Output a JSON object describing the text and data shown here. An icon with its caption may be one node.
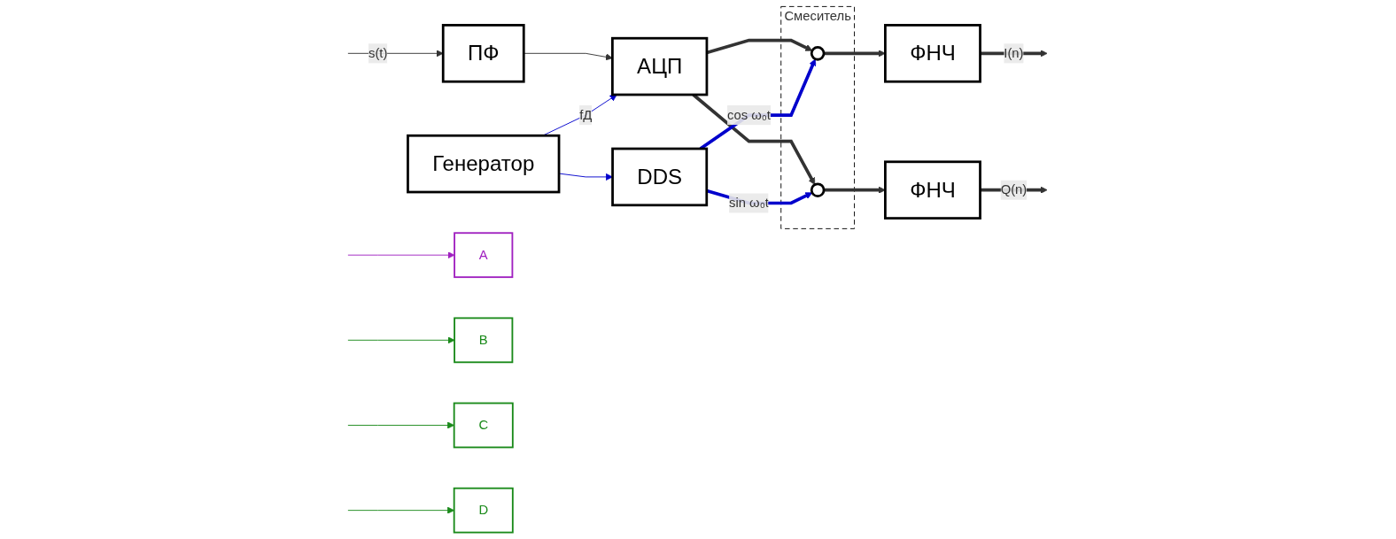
{
  "diagram": {
    "nodes": [
      {
        "text": [
          "Смеситель"
        ]
      },
      {
        "text": [
          "ПФ"
        ]
      },
      {
        "text": [
          "АЦП"
        ]
      },
      {
        "text": [],
        "shape": "circle",
        "in": 0
      },
      {
        "text": [],
        "shape": "circle",
        "in": 0
      },
      {
        "text": [
          "ФНЧ"
        ]
      },
      {
        "text": [
          "ФНЧ"
        ]
      },
      {
        "text": [
          "Генератор"
        ]
      },
      {
        "text": [
          "DDS"
        ]
      },
      {
        "text": [
          "A"
        ]
      },
      {
        "text": [
          "B"
        ]
      },
      {
        "text": [
          "C"
        ]
      },
      {
        "text": [
          "D"
        ]
      }
    ],
    "edges": [
      {
        "from": null,
        "to": 1,
        "arrow": "to",
        "label": "s(t)"
      },
      {
        "from": 1,
        "to": 2,
        "arrow": "to"
      },
      {
        "from": 2,
        "to": 3,
        "arrow": "to",
        "style": "thick"
      },
      {
        "from": 2,
        "to": 4,
        "arrow": "to",
        "style": "thick"
      },
      {
        "from": 3,
        "to": 5,
        "arrow": "to",
        "style": "thick"
      },
      {
        "from": 4,
        "to": 6,
        "arrow": "to",
        "style": "thick"
      },
      {
        "from": 5,
        "to": null,
        "arrow": "to",
        "style": "thick",
        "label": "I(n)"
      },
      {
        "from": 6,
        "to": null,
        "arrow": "to",
        "style": "thick",
        "label": "Q(n)"
      },
      {
        "from": 7,
        "to": 2,
        "arrow": "to",
        "color": "#0000cc",
        "label": "fД"
      },
      {
        "from": 7,
        "to": 8,
        "arrow": "to",
        "color": "#0000cc"
      },
      {
        "from": 8,
        "to": 3,
        "arrow": "to",
        "style": "thick",
        "color": "#0000cc",
        "label": "cos ω₀t"
      },
      {
        "from": 8,
        "to": 4,
        "arrow": "to",
        "style": "thick",
        "color": "#0000cc",
        "label": "sin ω₀t"
      },
      {
        "from": null,
        "to": 9,
        "arrow": "to",
        "color": "#a020c0"
      },
      {
        "from": null,
        "to": 10,
        "arrow": "to",
        "color": "#1a8a1a"
      },
      {
        "from": null,
        "to": 11,
        "arrow": "to",
        "color": "#1a8a1a"
      },
      {
        "from": null,
        "to": 12,
        "arrow": "to",
        "color": "#1a8a1a"
      }
    ]
  }
}
